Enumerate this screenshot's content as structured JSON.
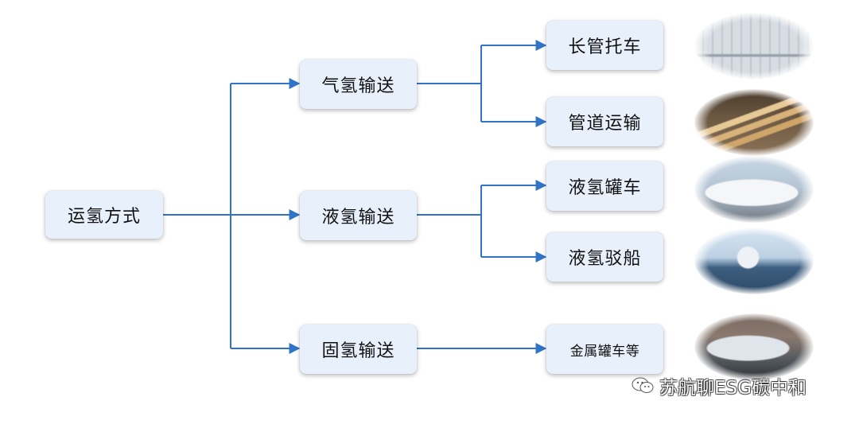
{
  "diagram": {
    "root": {
      "label": "运氢方式"
    },
    "categories": [
      {
        "label": "气氢输送",
        "children": [
          "长管托车",
          "管道运输"
        ]
      },
      {
        "label": "液氢输送",
        "children": [
          "液氢罐车",
          "液氢驳船"
        ]
      },
      {
        "label": "固氢输送",
        "children": [
          "金属罐车等"
        ]
      }
    ],
    "line_color": "#2f74c7",
    "node_fill": "#e7f0fb"
  },
  "watermark": {
    "text": "苏航聊ESG碳中和",
    "icon": "wechat-icon"
  }
}
